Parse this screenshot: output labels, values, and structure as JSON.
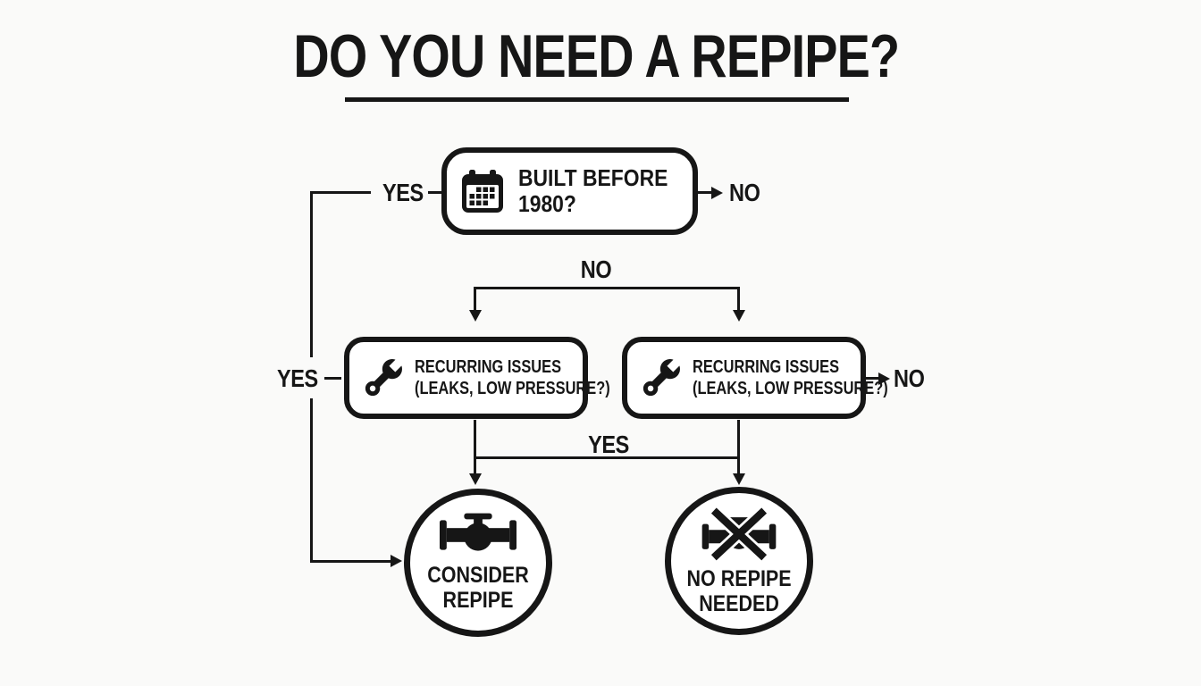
{
  "colors": {
    "background": "#fafaf9",
    "ink": "#161616",
    "node_fill": "#ffffff"
  },
  "title": {
    "text": "DO YOU NEED A REPIPE?"
  },
  "nodes": {
    "built_before": {
      "icon": "calendar-icon",
      "line1": "BUILT BEFORE",
      "line2": "1980?"
    },
    "recurring_left": {
      "icon": "wrench-icon",
      "line1": "RECURRING ISSUES",
      "line2": "(LEAKS, LOW PRESSURE?)"
    },
    "recurring_right": {
      "icon": "wrench-icon",
      "line1": "RECURRING ISSUES",
      "line2": "(LEAKS, LOW PRESSURE?)"
    },
    "consider_repipe": {
      "icon": "valve-icon",
      "line1": "CONSIDER",
      "line2": "REPIPE"
    },
    "no_repipe": {
      "icon": "valve-crossed-icon",
      "line1": "NO REPIPE",
      "line2": "NEEDED"
    }
  },
  "edges": {
    "built_before_yes": "YES",
    "built_before_no": "NO",
    "built_before_no_split": "NO",
    "recurring_left_yes": "YES",
    "recurring_right_no": "NO",
    "recurring_yes_merge": "YES"
  }
}
